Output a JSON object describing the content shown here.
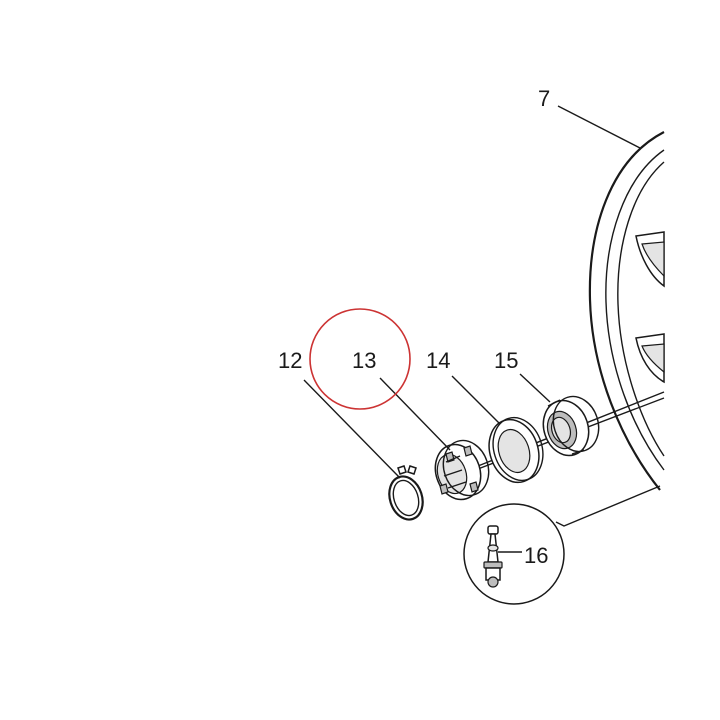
{
  "callouts": {
    "c7": "7",
    "c12": "12",
    "c13": "13",
    "c14": "14",
    "c15": "15",
    "c16": "16"
  },
  "colors": {
    "linework": "#1a1a1a",
    "highlight_circle": "#cc3333",
    "background": "#ffffff"
  },
  "highlighted_callout": "13"
}
